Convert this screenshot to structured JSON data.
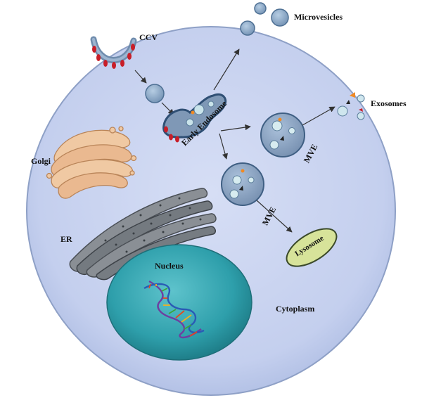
{
  "labels": {
    "ccv": "CCV",
    "microvesicles": "Microvesicles",
    "exosomes": "Exosomes",
    "early_endosome": "Early Endosome",
    "golgi": "Golgi",
    "mve_1": "MVE",
    "mve_2": "MVE",
    "er": "ER",
    "lysosome": "Lysosome",
    "nucleus": "Nucleus",
    "cytoplasm": "Cytoplasm"
  },
  "colors": {
    "cell_fill": "#c9d3ef",
    "cell_stroke": "#8ea0c6",
    "vesicle": "#8aa7c6",
    "vesicle_stroke": "#4d6f93",
    "nucleus": "#2fa4b0",
    "golgi": "#e3b48c",
    "er": "#7b7f84",
    "lysosome": "#d7e39a",
    "clathrin": "#c81e28",
    "cargo_orange": "#f08a24"
  },
  "icons": {
    "dna": "dna-helix-icon"
  }
}
